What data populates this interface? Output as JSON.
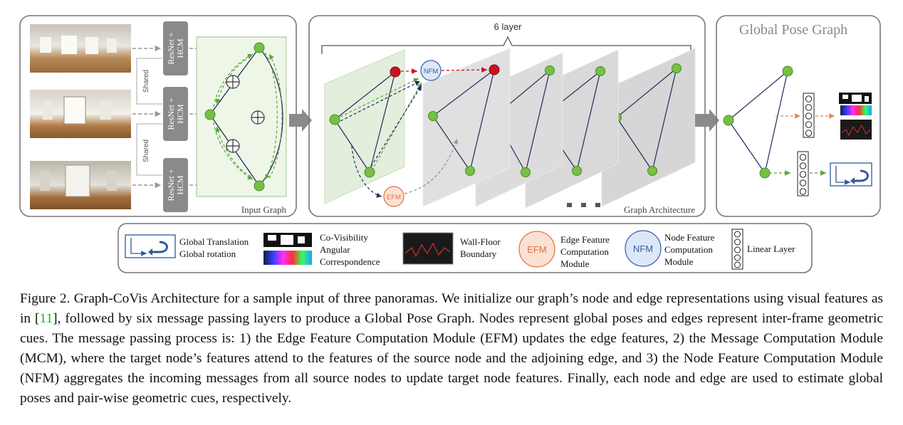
{
  "figure": {
    "input_graph": {
      "backbone_label_line1": "ResNet +",
      "backbone_label_line2": "HCM",
      "shared_label": "Shared",
      "panel_label": "Input Graph"
    },
    "graph_architecture": {
      "layer_count_label": "6 layer",
      "nfm_label": "NFM",
      "efm_label": "EFM",
      "panel_label": "Graph Architecture"
    },
    "global_pose_graph": {
      "title": "Global Pose Graph"
    },
    "legend": {
      "translation": "Global Translation",
      "rotation": "Global rotation",
      "covis_line1": "Co-Visibility",
      "covis_line2": "Angular",
      "covis_line3": "Correspondence",
      "wallfloor_line1": "Wall-Floor",
      "wallfloor_line2": "Boundary",
      "efm_icon": "EFM",
      "efm_line1": "Edge Feature",
      "efm_line2": "Computation",
      "efm_line3": "Module",
      "nfm_icon": "NFM",
      "nfm_line1": "Node Feature",
      "nfm_line2": "Computation",
      "nfm_line3": "Module",
      "linear_layer": "Linear Layer"
    },
    "colors": {
      "node_green": "#77c043",
      "node_red": "#cc1122",
      "edge_navy": "#1a2e5c",
      "arrow_green": "#5aa63a",
      "arrow_orange": "#e08a55",
      "nfm_blue": "#3a5aa8",
      "efm_orange": "#e07040"
    }
  },
  "caption": {
    "prefix": "Figure 2. Graph-CoVis Architecture for a sample input of three panoramas. We initialize our graph’s node and edge representations using visual features as in [",
    "citation": "11",
    "suffix": "], followed by six message passing layers to produce a Global Pose Graph. Nodes represent global poses and edges represent inter-frame geometric cues. The message passing process is: 1) the Edge Feature Computation Module (EFM) updates the edge features, 2) the Message Computation Module (MCM), where the target node’s features attend to the features of the source node and the adjoining edge, and 3) the Node Feature Computation Module (NFM) aggregates the incoming messages from all source nodes to update target node features. Finally, each node and edge are used to estimate global poses and pair-wise geometric cues, respectively."
  }
}
